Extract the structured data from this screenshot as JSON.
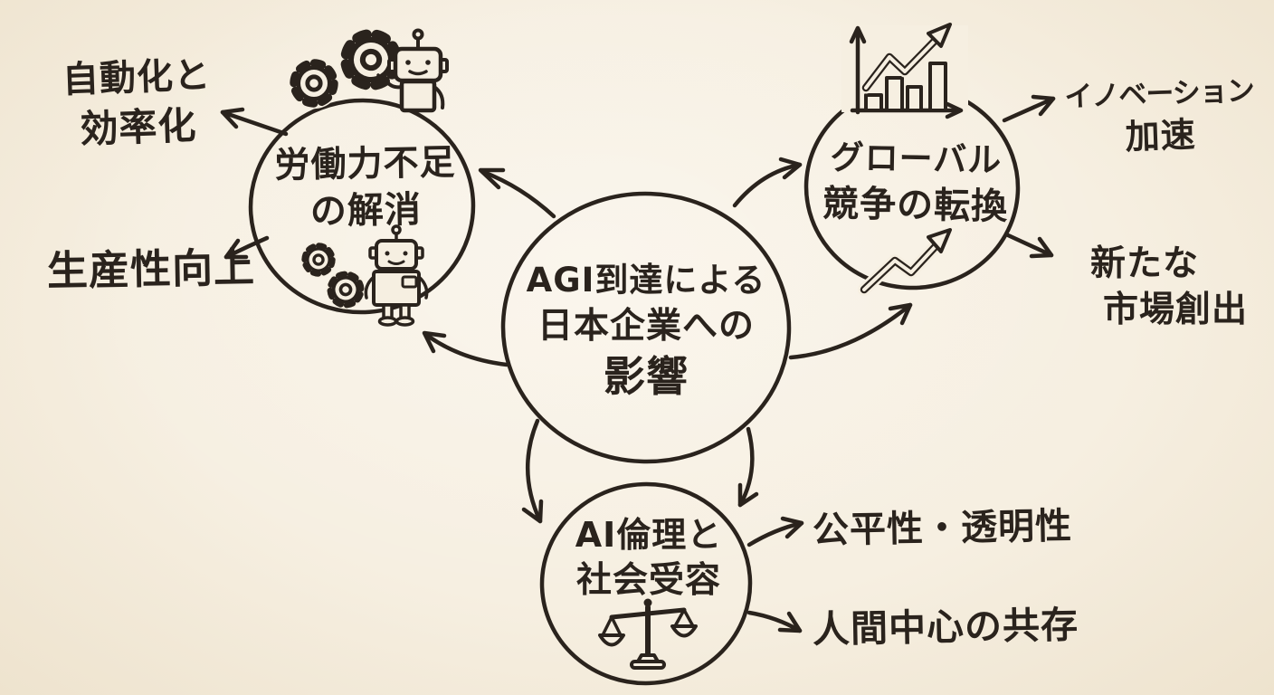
{
  "colors": {
    "paper": "#f6efe1",
    "ink": "#2a231d"
  },
  "center": {
    "lines": [
      "AGI到達による",
      "日本企業への",
      "影響"
    ]
  },
  "branches": {
    "labor": {
      "lines": [
        "労働力不足",
        "の解消"
      ],
      "icons": [
        "gear-icon",
        "robot-icon"
      ]
    },
    "global_competition": {
      "lines": [
        "グローバル",
        "競争の転換"
      ],
      "icons": [
        "growth-chart-icon",
        "rising-trend-arrow-icon"
      ]
    },
    "ai_ethics": {
      "lines": [
        "AI倫理と",
        "社会受容"
      ],
      "icons": [
        "balance-scale-icon"
      ]
    }
  },
  "leaves": {
    "automation": {
      "lines": [
        "自動化と",
        "効率化"
      ]
    },
    "productivity": {
      "text": "生産性向上"
    },
    "innovation": {
      "lines": [
        "イノベーション",
        "加速"
      ]
    },
    "new_market": {
      "lines": [
        "新たな",
        "市場創出"
      ]
    },
    "fairness": {
      "text": "公平性・透明性"
    },
    "coexistence": {
      "text": "人間中心の共存"
    }
  }
}
